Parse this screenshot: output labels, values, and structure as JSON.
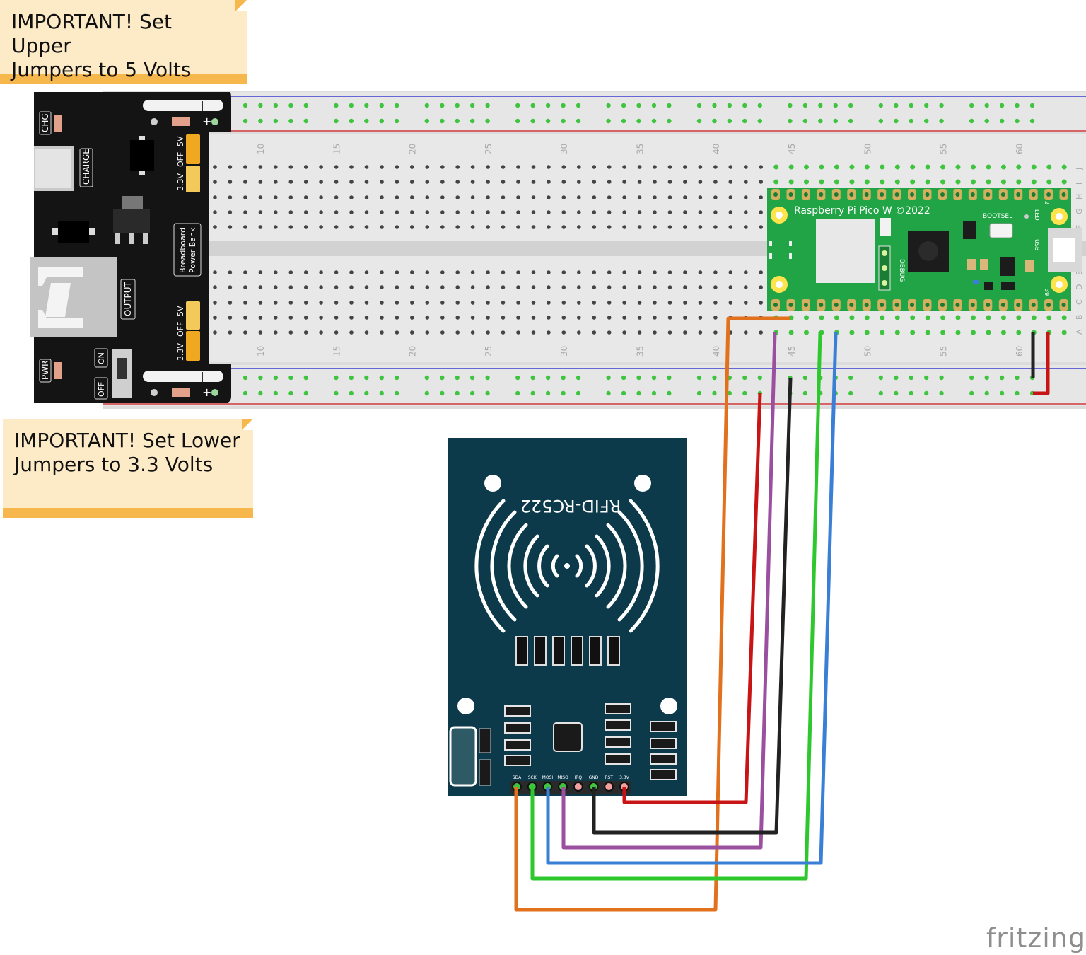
{
  "notes": {
    "upper": "IMPORTANT! Set Upper\nJumpers to 5 Volts",
    "lower": "IMPORTANT! Set Lower\nJumpers to 3.3 Volts"
  },
  "power_bank": {
    "chg": "CHG",
    "charge": "CHARGE",
    "pwr": "PWR",
    "on": "ON",
    "off": "OFF",
    "output": "OUTPUT",
    "name": "Breadboard",
    "name2": "Power Bank",
    "j5v": "5V",
    "joff": "OFF",
    "j33v": "3.3V",
    "plus": "+",
    "minus": "|"
  },
  "breadboard": {
    "columns": [
      "10",
      "15",
      "20",
      "25",
      "30",
      "35",
      "40",
      "45",
      "50",
      "55",
      "60"
    ],
    "rows_top": [
      "J",
      "I",
      "H",
      "G",
      "F"
    ],
    "rows_bottom": [
      "E",
      "D",
      "C",
      "B",
      "A"
    ]
  },
  "pico": {
    "title": "Raspberry Pi Pico W ©2022",
    "bootsel": "BOOTSEL",
    "led": "LED",
    "debug": "DEBUG",
    "usb": "USB",
    "pin1": "2",
    "pin39": "39"
  },
  "rfid": {
    "name": "RFID-RC522",
    "pins": [
      "SDA",
      "SCK",
      "MOSI",
      "MISO",
      "IRQ",
      "GND",
      "RST",
      "3.3V"
    ]
  },
  "wire_colors": {
    "orange": "#e2711d",
    "red": "#c81414",
    "purple": "#9b4f9f",
    "black": "#222222",
    "green": "#2ec82e",
    "blue": "#3a7fd6"
  },
  "brand": "fritzing"
}
